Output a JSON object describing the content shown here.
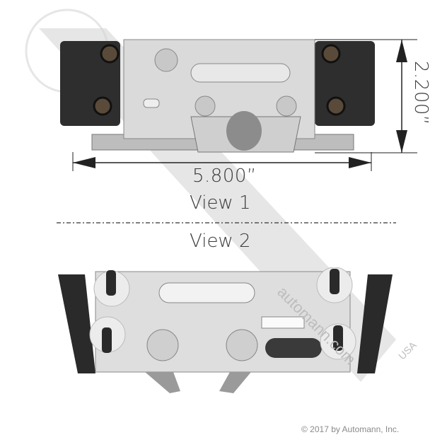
{
  "view1": {
    "label": "View 1",
    "width_dimension": "5.800”",
    "height_dimension": "2.200”"
  },
  "view2": {
    "label": "View 2"
  },
  "watermark": {
    "url": "automann.com",
    "country": "USA"
  },
  "footer": {
    "copyright": "© 2017 by Automann, Inc."
  },
  "colors": {
    "metal": "#d9d9d9",
    "bracket": "#2b2b2b",
    "watermark": "#c8c8c8",
    "text": "#3a3a3a"
  }
}
